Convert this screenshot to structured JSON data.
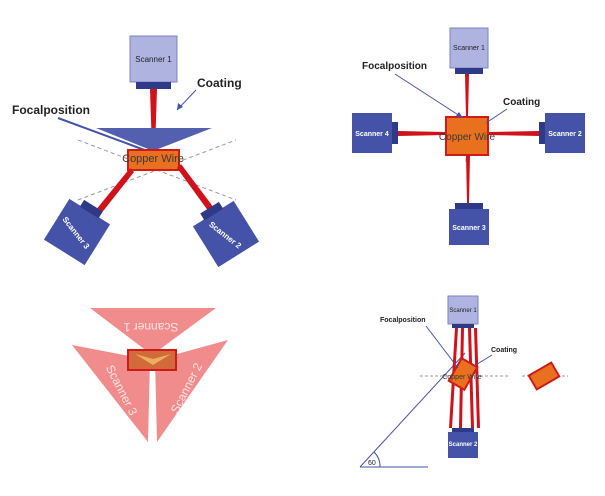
{
  "panel_a": {
    "scanner_1": "Scanner 1",
    "scanner_2": "Scanner 2",
    "scanner_3": "Scanner 3",
    "coating": "Coating",
    "focalposition": "Focalposition",
    "wire": "Copper Wire"
  },
  "panel_b": {
    "scanner_1": "Scanner 1",
    "scanner_2": "Scanner 2",
    "scanner_3": "Scanner 3",
    "scanner_4": "Scanner 4",
    "focalposition": "Focalposition",
    "coating": "Coating",
    "wire": "Copper Wire"
  },
  "panel_c": {
    "scanner_1": "Scanner 1",
    "scanner_2": "Scanner 2",
    "scanner_3": "Scanner 3"
  },
  "panel_d": {
    "scanner_1": "Scanner 1",
    "scanner_2": "Scanner 2",
    "focalposition": "Focalposition",
    "coating": "Coating",
    "wire": "Copper Wire",
    "angle": "60"
  },
  "colors": {
    "scanner_light": "#aeb3e0",
    "scanner_dark": "#4453a8",
    "beam_red": "#d0121a",
    "wire_orange": "#e8701e",
    "wire_border": "#d01a1a",
    "pink": "#f08c8c"
  }
}
